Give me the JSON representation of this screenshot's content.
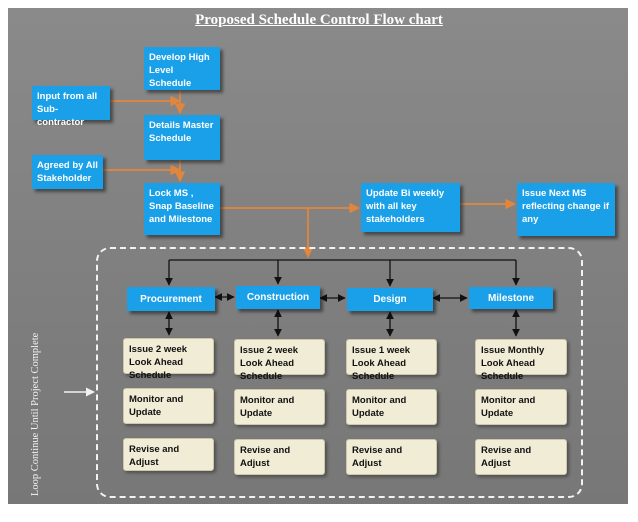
{
  "title": "Proposed Schedule Control Flow chart",
  "loop_label": "Loop Continue Until Project Complete",
  "nodes": {
    "develop": "Develop High Level Schedule",
    "input": "Input from all Sub-contractor",
    "details": "Details Master Schedule",
    "agreed": "Agreed by All Stakeholder",
    "lock": "Lock MS , Snap Baseline and Milestone",
    "update": "Update Bi weekly with all key stakeholders",
    "issue_next": "Issue Next MS reflecting  change if any"
  },
  "categories": [
    "Procurement",
    "Construction",
    "Design",
    "Milestone"
  ],
  "tasks": {
    "procurement": [
      "Issue 2 week Look Ahead  Schedule",
      "Monitor and Update",
      "Revise  and Adjust"
    ],
    "construction": [
      "Issue 2 week Look Ahead  Schedule",
      "Monitor and Update",
      "Revise  and Adjust"
    ],
    "design": [
      "Issue 1 week Look Ahead  Schedule",
      "Monitor and Update",
      "Revise  and Adjust"
    ],
    "milestone": [
      "Issue Monthly Look Ahead  Schedule",
      "Monitor and Update",
      "Revise  and Adjust"
    ]
  },
  "colors": {
    "background": "#808080",
    "box_blue": "#1aa0e8",
    "box_beige": "#f1ecd6",
    "arrow_orange": "#e2863c",
    "connector": "#111111"
  }
}
